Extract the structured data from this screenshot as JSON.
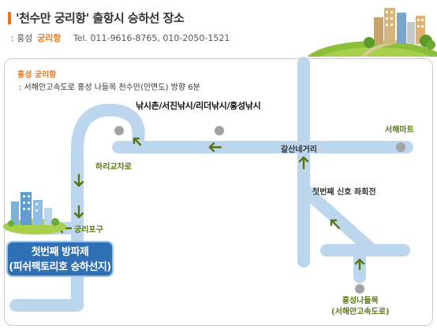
{
  "header": {
    "title": "'천수만 궁리항' 출항시 승하선 장소",
    "location_prefix": ": 홍성",
    "location_place": "궁리항",
    "tel": "Tel. 011-9616-8765, 010-2050-1521"
  },
  "map": {
    "region_title": "홍성 궁리항",
    "region_desc": ": 서해안고속도로 홍성 나들목 천수만(안면도) 방향 6분",
    "destination_label": "낚시촌/서진낚시/리더낚시/홍성낚시",
    "labels": {
      "seohae_mart": "서해마트",
      "galsan_intersection": "갈산네거리",
      "hari_intersection": "하리교차로",
      "first_signal": "첫번째 신호 좌회전",
      "gungri_port": "궁리포구",
      "hongseong_ic_line1": "홍성나들목",
      "hongseong_ic_line2": "(서해안고속도로)"
    },
    "boarding_point": {
      "line1": "첫번째 방파제",
      "line2": "(피쉬팩토리호 승하선지)"
    },
    "colors": {
      "road": "#bcd6ee",
      "arrow": "#5a7310",
      "landmark": "#a3a3a3",
      "accent": "#e07a2a",
      "box": "#2f6fb3"
    }
  }
}
